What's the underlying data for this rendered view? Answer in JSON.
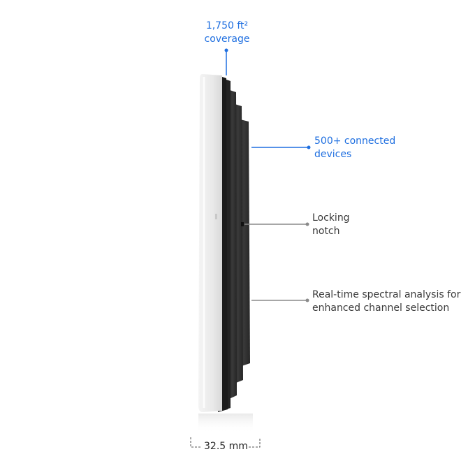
{
  "callouts": {
    "coverage": {
      "line1": "1,750 ft²",
      "line2": "coverage"
    },
    "devices": {
      "line1": "500+ connected",
      "line2": "devices"
    },
    "notch": {
      "line1": "Locking",
      "line2": "notch"
    },
    "spectral": {
      "line1": "Real-time spectral analysis for",
      "line2": "enhanced channel selection"
    }
  },
  "dimension": {
    "label": "32.5 mm"
  },
  "colors": {
    "accent": "#1f6fe0",
    "neutral_line": "#8a8a8a",
    "body_dark": "#2a2a2a",
    "body_light": "#eeeeee"
  }
}
